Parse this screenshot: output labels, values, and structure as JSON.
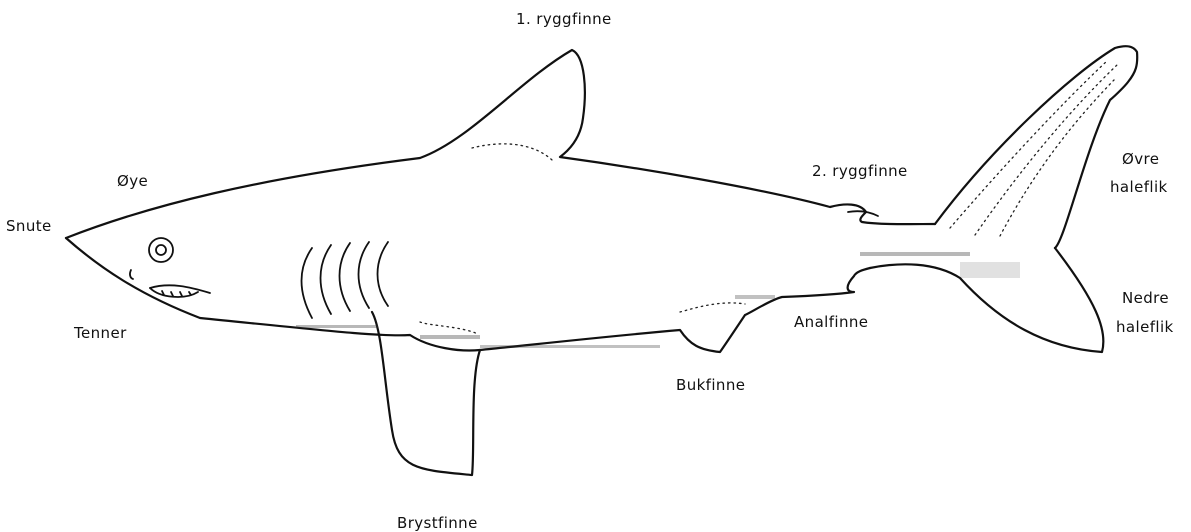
{
  "labels": {
    "snout": "Snute",
    "eye": "Øye",
    "teeth": "Tenner",
    "first_dorsal": "1. ryggfinne",
    "second_dorsal": "2. ryggfinne",
    "upper_lobe_line1": "Øvre",
    "upper_lobe_line2": "haleflik",
    "lower_lobe_line1": "Nedre",
    "lower_lobe_line2": "haleflik",
    "anal_fin": "Analfinne",
    "pelvic_fin": "Bukfinne",
    "pectoral_fin": "Brystfinne"
  },
  "colors": {
    "line": "#111111",
    "background": "#ffffff"
  }
}
